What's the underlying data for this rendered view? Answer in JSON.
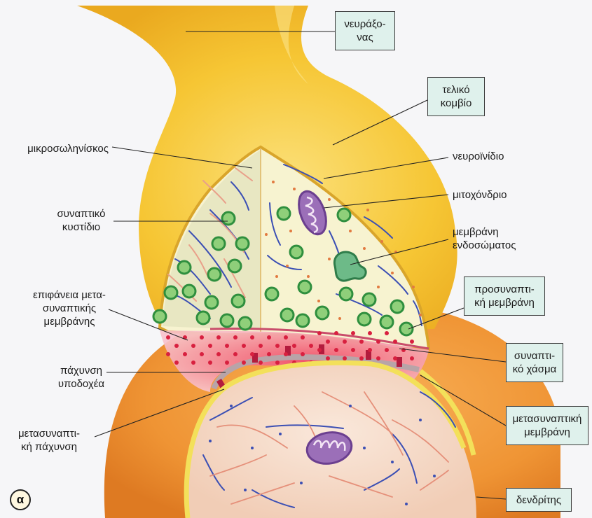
{
  "figure_badge": "α",
  "labels": {
    "axon": "νευράξο-\nνας",
    "terminal_button": "τελικό\nκομβίο",
    "microfilament": "μικροσωληνίσκος",
    "neurofilament": "νευροϊνίδιο",
    "mitochondrion": "μιτοχόνδριο",
    "synaptic_vesicle": "συναπτικό\nκυστίδιο",
    "endosome_membrane": "μεμβράνη\nενδοσώματος",
    "postsynaptic_membrane_surface": "επιφάνεια μετα-\nσυναπτικής\nμεμβράνης",
    "presynaptic_membrane": "προσυναπτι-\nκή μεμβράνη",
    "receptor_thickening": "πάχυνση\nυποδοχέα",
    "synaptic_cleft": "συναπτι-\nκό χάσμα",
    "postsynaptic_thickening": "μετασυναπτι-\nκή πάχυνση",
    "postsynaptic_membrane": "μετασυναπτική\nμεμβράνη",
    "dendrite": "δενδρίτης"
  },
  "colors": {
    "axon_yellow": "#f5c430",
    "axon_light": "#fbe488",
    "dendrite_orange": "#ee9638",
    "cytoplasm": "#f7f4d6",
    "dendrite_interior": "#f6dccb",
    "cleft_pink": "#f6b8c4",
    "vesicle_green": "#2f8f3e",
    "mitochondrion_purple": "#9b6fb8",
    "label_box": "#dff1ec"
  }
}
